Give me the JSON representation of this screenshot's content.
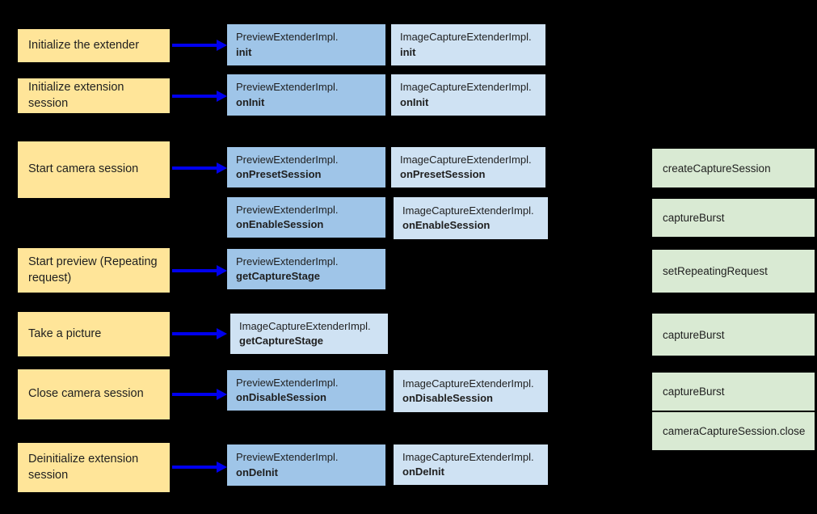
{
  "colors": {
    "background": "#000000",
    "step_fill": "#ffe599",
    "preview_fill": "#9fc5e8",
    "image_capture_fill": "#cfe2f3",
    "camera2_fill": "#d9ead3",
    "arrow": "#0000ee",
    "text": "#1f1f1f"
  },
  "steps": [
    {
      "label": "Initialize the extender"
    },
    {
      "label": "Initialize extension session"
    },
    {
      "label": "Start camera session"
    },
    {
      "label": "Start preview (Repeating request)"
    },
    {
      "label": "Take a picture"
    },
    {
      "label": "Close camera session"
    },
    {
      "label": "Deinitialize extension session"
    }
  ],
  "preview": [
    {
      "cls": "PreviewExtenderImpl.",
      "method": "init"
    },
    {
      "cls": "PreviewExtenderImpl.",
      "method": "onInit"
    },
    {
      "cls": "PreviewExtenderImpl.",
      "method": "onPresetSession"
    },
    {
      "cls": "PreviewExtenderImpl.",
      "method": "onEnableSession"
    },
    {
      "cls": "PreviewExtenderImpl.",
      "method": "getCaptureStage"
    },
    {
      "cls": "PreviewExtenderImpl.",
      "method": "onDisableSession"
    },
    {
      "cls": "PreviewExtenderImpl.",
      "method": "onDeInit"
    }
  ],
  "image_capture": [
    {
      "cls": "ImageCaptureExtenderImpl.",
      "method": "init"
    },
    {
      "cls": "ImageCaptureExtenderImpl.",
      "method": "onInit"
    },
    {
      "cls": "ImageCaptureExtenderImpl.",
      "method": "onPresetSession"
    },
    {
      "cls": "ImageCaptureExtenderImpl.",
      "method": "onEnableSession"
    },
    {
      "cls": "ImageCaptureExtenderImpl.",
      "method": "getCaptureStage"
    },
    {
      "cls": "ImageCaptureExtenderImpl.",
      "method": "onDisableSession"
    },
    {
      "cls": "ImageCaptureExtenderImpl.",
      "method": "onDeInit"
    }
  ],
  "camera2_calls": [
    {
      "label": "createCaptureSession"
    },
    {
      "label": "captureBurst"
    },
    {
      "label": "setRepeatingRequest"
    },
    {
      "label": "captureBurst"
    },
    {
      "label": "captureBurst"
    },
    {
      "label": "cameraCaptureSession.close"
    }
  ]
}
